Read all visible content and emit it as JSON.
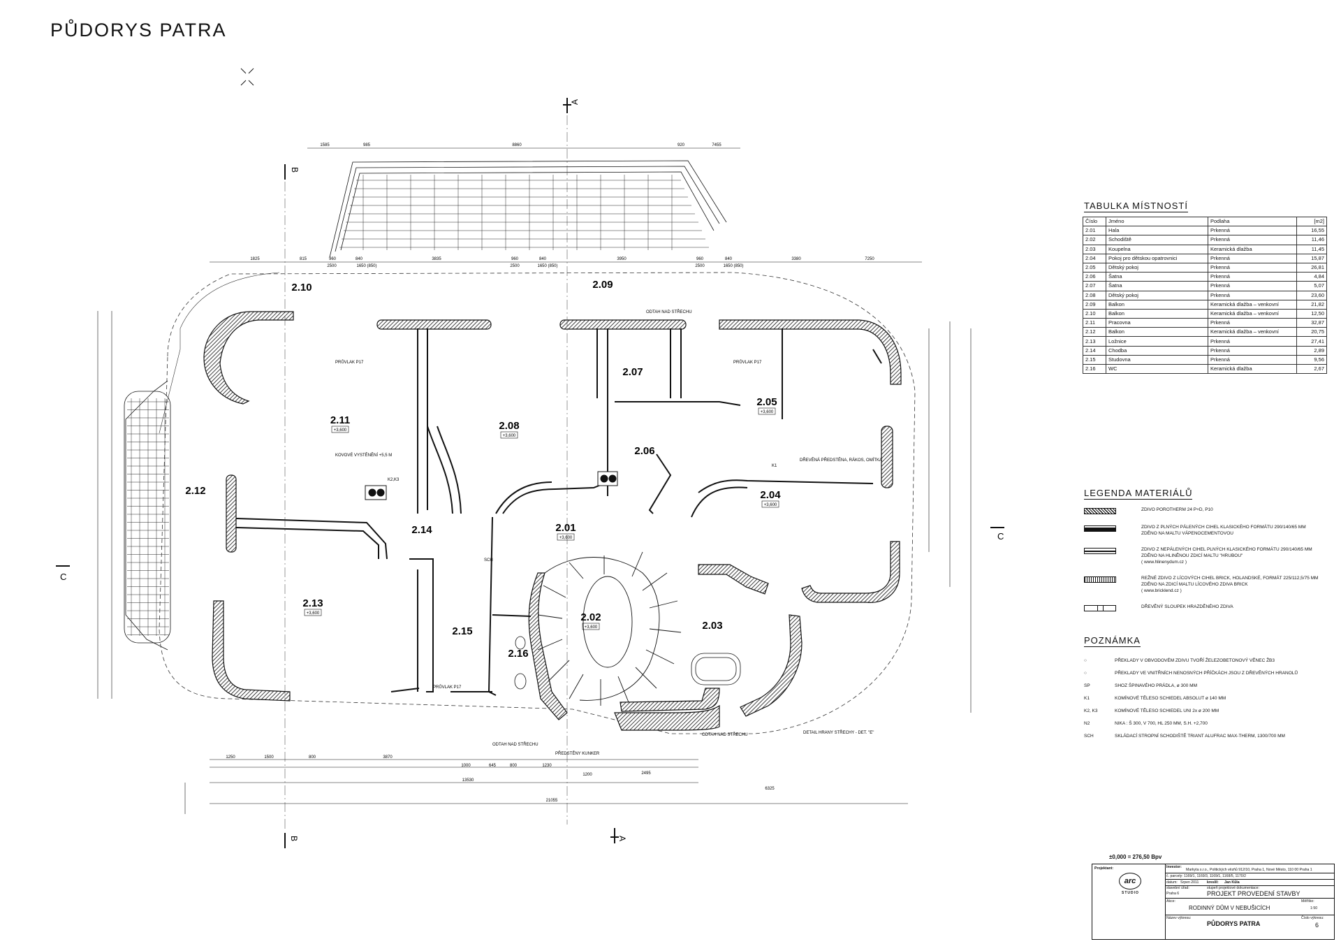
{
  "title": "PŮDORYS PATRA",
  "rooms": [
    {
      "label": "2.01",
      "sub": "+3,600"
    },
    {
      "label": "2.02",
      "sub": "+3,600"
    },
    {
      "label": "2.03",
      "sub": ""
    },
    {
      "label": "2.04",
      "sub": "+3,600"
    },
    {
      "label": "2.05",
      "sub": "+3,600"
    },
    {
      "label": "2.06",
      "sub": ""
    },
    {
      "label": "2.07",
      "sub": ""
    },
    {
      "label": "2.08",
      "sub": "+3,600"
    },
    {
      "label": "2.09",
      "sub": ""
    },
    {
      "label": "2.10",
      "sub": ""
    },
    {
      "label": "2.11",
      "sub": "+3,600"
    },
    {
      "label": "2.12",
      "sub": ""
    },
    {
      "label": "2.13",
      "sub": "+3,600"
    },
    {
      "label": "2.14",
      "sub": ""
    },
    {
      "label": "2.15",
      "sub": ""
    },
    {
      "label": "2.16",
      "sub": ""
    }
  ],
  "section_markers": {
    "a": "A",
    "b": "B",
    "c": "C"
  },
  "dimensions_top": [
    "1585",
    "985",
    "8860",
    "920",
    "7455"
  ],
  "dimensions_bottom": [
    "1250",
    "1500",
    "800",
    "3870",
    "1000",
    "645",
    "800",
    "1230",
    "1200",
    "2495",
    "13530",
    "6325",
    "21055"
  ],
  "dimensions_mid": [
    "1825",
    "815",
    "960",
    "840",
    "3835",
    "960",
    "840",
    "3950",
    "960",
    "840",
    "3380",
    "7250",
    "2500",
    "1650 (850)",
    "2500",
    "1650 (850)",
    "2500",
    "1650 (850)"
  ],
  "annotations": {
    "odtah_top": "ODTAH NAD STŘECHU",
    "odtah_bottom_left": "ODTAH NAD STŘECHU",
    "odtah_bottom_right": "ODTAH NAD STŘECHU",
    "predsteny": "PŘEDSTĚNY KUNKER",
    "drevena": "DŘEVĚNÁ PŘEDSTĚNA, RÁKOS, OMÍTKA",
    "detail": "DETAIL HRANY STŘECHY - DET. \"E\"",
    "prouvlak": "PRŮVLAK P17",
    "k1": "K1",
    "k2k3": "K2,K3",
    "sch": "SCH",
    "kovove": "KOVOVÉ VYSTĚNĚNÍ +5,5 M"
  },
  "room_table": {
    "title": "TABULKA MÍSTNOSTÍ",
    "headers": [
      "Číslo",
      "Jméno",
      "Podlaha",
      "[m2]"
    ],
    "rows": [
      [
        "2.01",
        "Hala",
        "Prkenná",
        "16,55"
      ],
      [
        "2.02",
        "Schodiště",
        "Prkenná",
        "11,46"
      ],
      [
        "2.03",
        "Koupelna",
        "Keramická dlažba",
        "11,45"
      ],
      [
        "2.04",
        "Pokoj pro dětskou opatrovnici",
        "Prkenná",
        "15,87"
      ],
      [
        "2.05",
        "Dětský pokoj",
        "Prkenná",
        "26,81"
      ],
      [
        "2.06",
        "Šatna",
        "Prkenná",
        "4,84"
      ],
      [
        "2.07",
        "Šatna",
        "Prkenná",
        "5,07"
      ],
      [
        "2.08",
        "Dětský pokoj",
        "Prkenná",
        "23,60"
      ],
      [
        "2.09",
        "Balkon",
        "Keramická dlažba – venkovní",
        "21,82"
      ],
      [
        "2.10",
        "Balkon",
        "Keramická dlažba – venkovní",
        "12,50"
      ],
      [
        "2.11",
        "Pracovna",
        "Prkenná",
        "32,87"
      ],
      [
        "2.12",
        "Balkon",
        "Keramická dlažba – venkovní",
        "20,75"
      ],
      [
        "2.13",
        "Ložnice",
        "Prkenná",
        "27,41"
      ],
      [
        "2.14",
        "Chodba",
        "Prkenná",
        "2,89"
      ],
      [
        "2.15",
        "Studovna",
        "Prkenná",
        "9,56"
      ],
      [
        "2.16",
        "WC",
        "Keramická dlažba",
        "2,67"
      ]
    ]
  },
  "legend": {
    "title": "LEGENDA MATERIÁLŮ",
    "items": [
      "ZDIVO POROTHERM 24 P+D, P10",
      "ZDIVO Z PLNÝCH PÁLENÝCH CIHEL KLASICKÉHO FORMÁTU 290/140/65 MM\nZDĚNO NA MALTU VÁPENOCEMENTOVOU",
      "ZDIVO Z NEPÁLENÝCH CIHEL PLNÝCH KLASICKÉHO FORMÁTU 290/140/65 MM\nZDĚNO NA HLINĚNOU ZDICÍ MALTU \"HRUBOU\"\n( www.hlinenydum.cz )",
      "REŽNÉ ZDIVO Z LÍCOVÝCH CIHEL BRICK, HOLANDSKÉ, FORMÁT 225/112,5/75 MM\nZDĚNO NA ZDICÍ MALTU LÍCOVÉHO ZDIVA BRICK\n( www.bricklend.cz )",
      "DŘEVĚNÝ SLOUPEK HRAZDĚNÉHO ZDIVA"
    ]
  },
  "notes": {
    "title": "POZNÁMKA",
    "rows": [
      [
        "○",
        "PŘEKLADY V OBVODOVÉM ZDIVU TVOŘÍ ŽELEZOBETONOVÝ VĚNEC ŽB3"
      ],
      [
        "○",
        "PŘEKLADY VE VNITŘNÍCH NENOSNÝCH PŘÍČKÁCH JSOU Z DŘEVĚNÝCH HRANOLŮ"
      ],
      [
        "SP",
        "SHOZ ŠPINAVÉHO PRÁDLA, ø 300 MM"
      ],
      [
        "K1",
        "KOMÍNOVÉ TĚLESO SCHIEDEL ABSOLUT ø 140 MM"
      ],
      [
        "K2, K3",
        "KOMÍNOVÉ TĚLESO SCHIEDEL UNI 2x ø 200 MM"
      ],
      [
        "N2",
        "NIKA : Š 300, V 700, HL 250 MM, S.H. +2,700"
      ],
      [
        "SCH",
        "SKLÁDACÍ STROPNÍ SCHODIŠTĚ TRIANT ALUFRAC MAX-THERM, 1300/700 MM"
      ]
    ]
  },
  "title_block": {
    "datum": "±0,000 = 276,50 Bpv",
    "projektant": "Projektant:",
    "logo": "arc",
    "studio": "STUDIO",
    "investor_label": "Investor:",
    "investor": "Markyta s.r.o., Politických vězňů 912/10, Praha 1, Nové Město, 110 00 Praha 1",
    "parcely": "č. parcely: 1169/1, 1169/3, 1169/1, 1168/5, 1170/2",
    "datum_label": "datum:",
    "datum_value": "Srpen 2011",
    "kreslil_label": "kreslil:",
    "kreslil": "Jan Kůla",
    "stavebni_urad_label": "stavební úřad:",
    "stavebni_urad": "Praha 6",
    "stupen_label": "stupeň projektové dokumentace:",
    "stupen": "PROJEKT PROVEDENÍ STAVBY",
    "akce_label": "Akce:",
    "akce": "RODINNÝ DŮM V NEBUŠICÍCH",
    "meritko_label": "Měřítko:",
    "meritko": "1:50",
    "vykres_label": "Název výkresu:",
    "vykres": "PŮDORYS PATRA",
    "cislo_label": "Číslo výkresu:",
    "cislo": "6"
  }
}
